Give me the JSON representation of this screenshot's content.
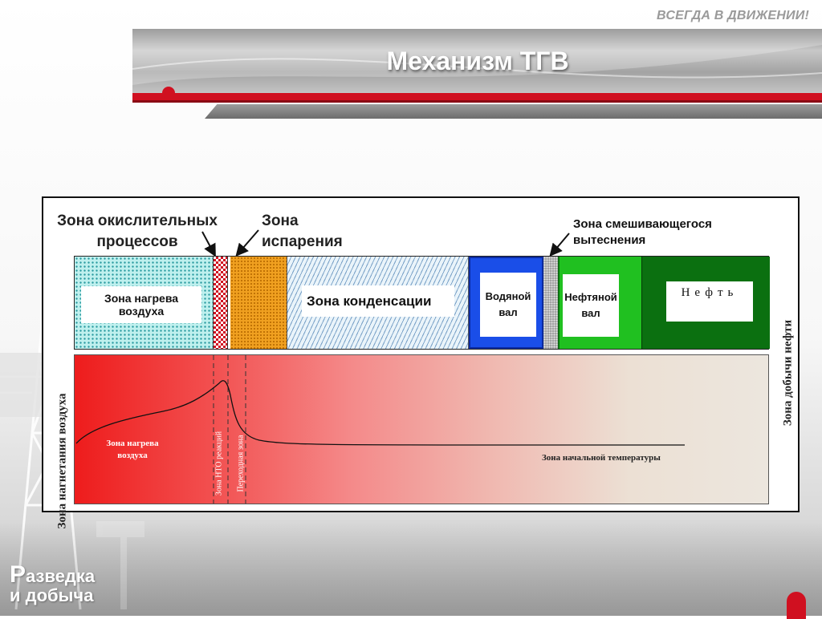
{
  "slide": {
    "slogan": "ВСЕГДА В ДВИЖЕНИИ!",
    "title": "Механизм ТГВ",
    "logo_first": "Р",
    "logo_line1_rest": "азведка",
    "logo_line2": "и добыча"
  },
  "diagram": {
    "annotations": {
      "oxidation_zone": "Зона окислительных процессов",
      "evaporation_zone": "Зона испарения",
      "mixing_zone": "Зона смешивающегося вытеснения"
    },
    "zones": {
      "air_heating": "Зона нагрева воздуха",
      "condensation": "Зона конденсации",
      "water_bank": "Водяной вал",
      "oil_bank": "Нефтяной вал",
      "oil": "Нефть"
    },
    "side_labels": {
      "left": "Зона нагнетания воздуха",
      "right": "Зона добычи нефти"
    },
    "temperature_panel": {
      "air_heating": "Зона нагрева воздуха",
      "lto_reactions": "Зона НТО реакций",
      "transition": "Переходная зона",
      "initial_temperature": "Зона начальной температуры"
    },
    "colors": {
      "water_bank": "#1a4ee8",
      "oil_bank": "#20c020",
      "oil": "#0b7010",
      "evaporation": "#f0a020",
      "oxidation": "#d01020"
    }
  }
}
